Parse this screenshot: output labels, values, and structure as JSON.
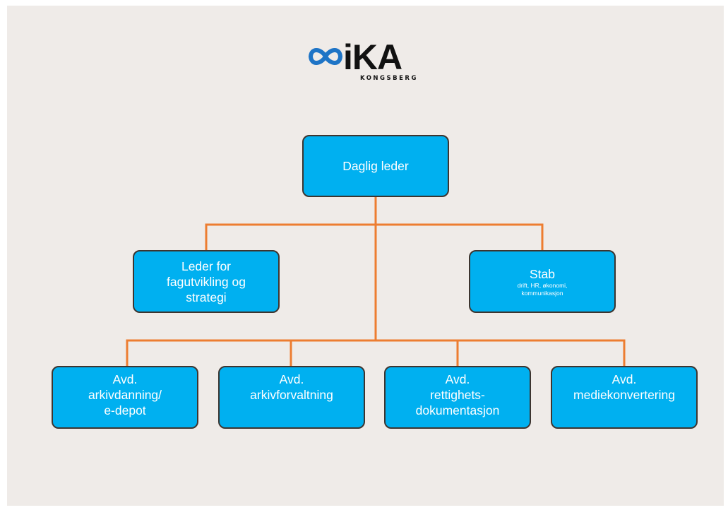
{
  "colors": {
    "background": "#efebe8",
    "box_fill": "#00b0f0",
    "box_border": "#3d3530",
    "connector": "#ed7d31",
    "text": "#ffffff",
    "logo_blue": "#1e74c6",
    "logo_dark": "#111111"
  },
  "logo": {
    "icon": "infinity-icon",
    "wordmark": "iKA",
    "subtitle": "KONGSBERG"
  },
  "org_chart": {
    "top": {
      "label": "Daglig leder"
    },
    "middle": [
      {
        "label": "Leder for\nfagutvikling og\nstrategi",
        "detail": ""
      },
      {
        "label": "Stab",
        "detail": "drift, HR, økonomi,\nkommunikasjon"
      }
    ],
    "departments": [
      {
        "label": "Avd.\narkivdanning/\ne-depot"
      },
      {
        "label": "Avd.\narkivforvaltning"
      },
      {
        "label": "Avd.\nrettighets-\ndokumentasjon"
      },
      {
        "label": "Avd.\nmediekonvertering"
      }
    ]
  }
}
